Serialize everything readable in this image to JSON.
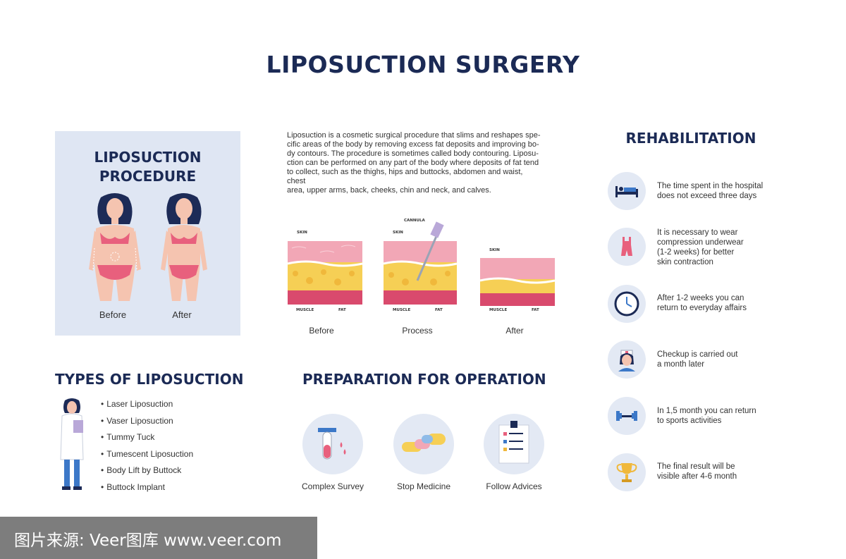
{
  "title": "LIPOSUCTION SURGERY",
  "procedure": {
    "title_line1": "LIPOSUCTION",
    "title_line2": "PROCEDURE",
    "before_label": "Before",
    "after_label": "After"
  },
  "intro": {
    "lines": [
      "Liposuction is a cosmetic surgical procedure that slims and reshapes spe-",
      "cific areas of the body by removing excess fat deposits and improving bo-",
      "dy contours. The procedure is sometimes called body contouring. Liposu-",
      "ction can be performed on any part of the body where deposits of fat tend",
      " to collect, such as the thighs, hips and buttocks, abdomen and waist, chest",
      " area, upper arms, back, cheeks, chin and neck, and calves."
    ]
  },
  "layers": {
    "skin": "SKIN",
    "muscle": "MUSCLE",
    "fat": "FAT",
    "cannula": "CANNULA",
    "before": "Before",
    "process": "Process",
    "after": "After"
  },
  "rehab": {
    "title": "REHABILITATION",
    "items": [
      {
        "icon": "bed-icon",
        "line1": "The time spent in the hospital",
        "line2": "does not exceed three days",
        "line3": "",
        "line4": ""
      },
      {
        "icon": "compression-underwear-icon",
        "line1": "It is necessary to wear",
        "line2": "compression underwear",
        "line3": "(1-2 weeks) for better",
        "line4": "skin contraction"
      },
      {
        "icon": "clock-icon",
        "line1": "After 1-2 weeks you can",
        "line2": "return to everyday affairs",
        "line3": "",
        "line4": ""
      },
      {
        "icon": "nurse-icon",
        "line1": "Checkup is carried out",
        "line2": "a month later",
        "line3": "",
        "line4": ""
      },
      {
        "icon": "dumbbell-icon",
        "line1": "In 1,5 month you can return",
        "line2": "to sports activities",
        "line3": "",
        "line4": ""
      },
      {
        "icon": "trophy-icon",
        "line1": "The final result will be",
        "line2": "visible after 4-6 month",
        "line3": "",
        "line4": ""
      }
    ]
  },
  "types": {
    "title": "TYPES OF LIPOSUCTION",
    "items": [
      "Laser Liposuction",
      "Vaser Liposuction",
      "Tummy Tuck",
      "Tumescent Liposuction",
      "Body Lift by Buttock",
      "Buttock Implant"
    ]
  },
  "prep": {
    "title": "PREPARATION FOR OPERATION",
    "items": [
      {
        "icon": "test-tube-icon",
        "label": "Complex Survey"
      },
      {
        "icon": "pills-icon",
        "label": "Stop Medicine"
      },
      {
        "icon": "clipboard-icon",
        "label": "Follow Advices"
      }
    ]
  },
  "watermark": "图片来源: Veer图库 www.veer.com",
  "colors": {
    "navy": "#1b2a55",
    "panel": "#dfe6f3",
    "skin_pink": "#f2a7b6",
    "fat_yellow": "#f6cf55",
    "muscle_red": "#d94a6d"
  }
}
